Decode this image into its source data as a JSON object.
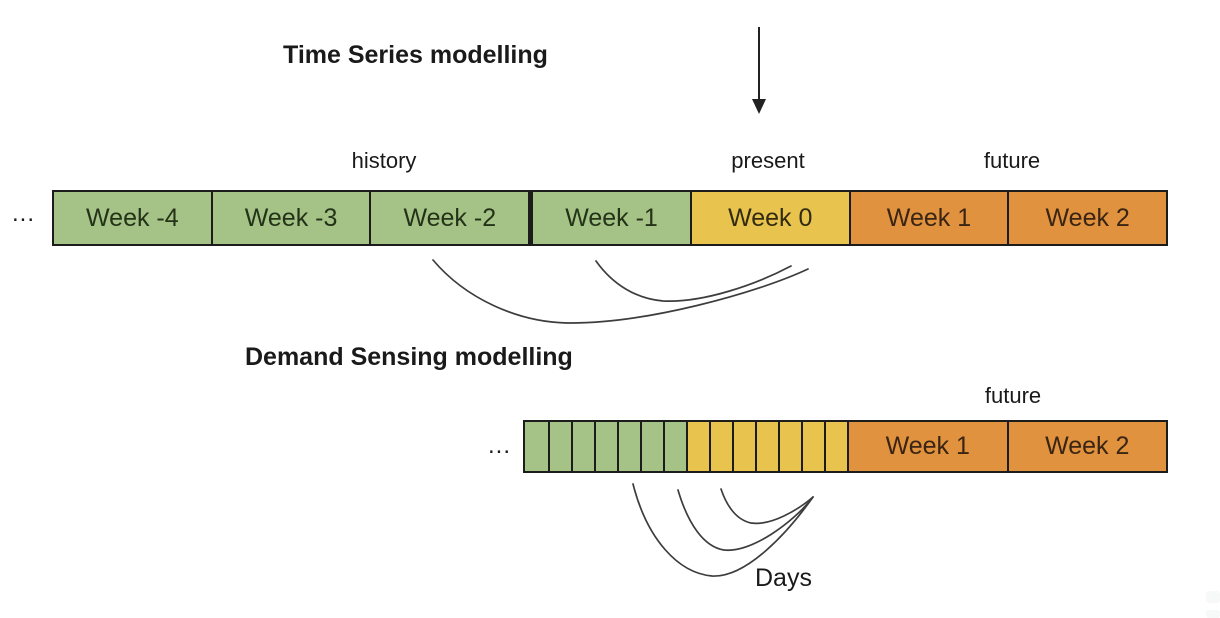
{
  "colors": {
    "green": "#a5c287",
    "yellow": "#e8c44e",
    "orange": "#e0923e",
    "border": "#1c1c1c",
    "curve_stroke": "#3d3d3d",
    "arrow": "#222222",
    "text": "#1a1a1a"
  },
  "time_series": {
    "title": "Time Series modelling",
    "ellipsis": "...",
    "labels": {
      "history": "history",
      "present": "present",
      "future": "future"
    },
    "weeks": [
      {
        "label": "Week -4",
        "color": "green"
      },
      {
        "label": "Week -3",
        "color": "green"
      },
      {
        "label": "Week -2",
        "color": "green"
      },
      {
        "label": "Week -1",
        "color": "green"
      },
      {
        "label": "Week 0",
        "color": "yellow"
      },
      {
        "label": "Week 1",
        "color": "orange"
      },
      {
        "label": "Week 2",
        "color": "orange"
      }
    ]
  },
  "demand_sensing": {
    "title": "Demand Sensing modelling",
    "ellipsis": "...",
    "labels": {
      "future": "future",
      "days": "Days"
    },
    "day_cells": {
      "green_count": 7,
      "yellow_count": 7
    },
    "weeks": [
      {
        "label": "Week 1",
        "color": "orange"
      },
      {
        "label": "Week 2",
        "color": "orange"
      }
    ]
  }
}
